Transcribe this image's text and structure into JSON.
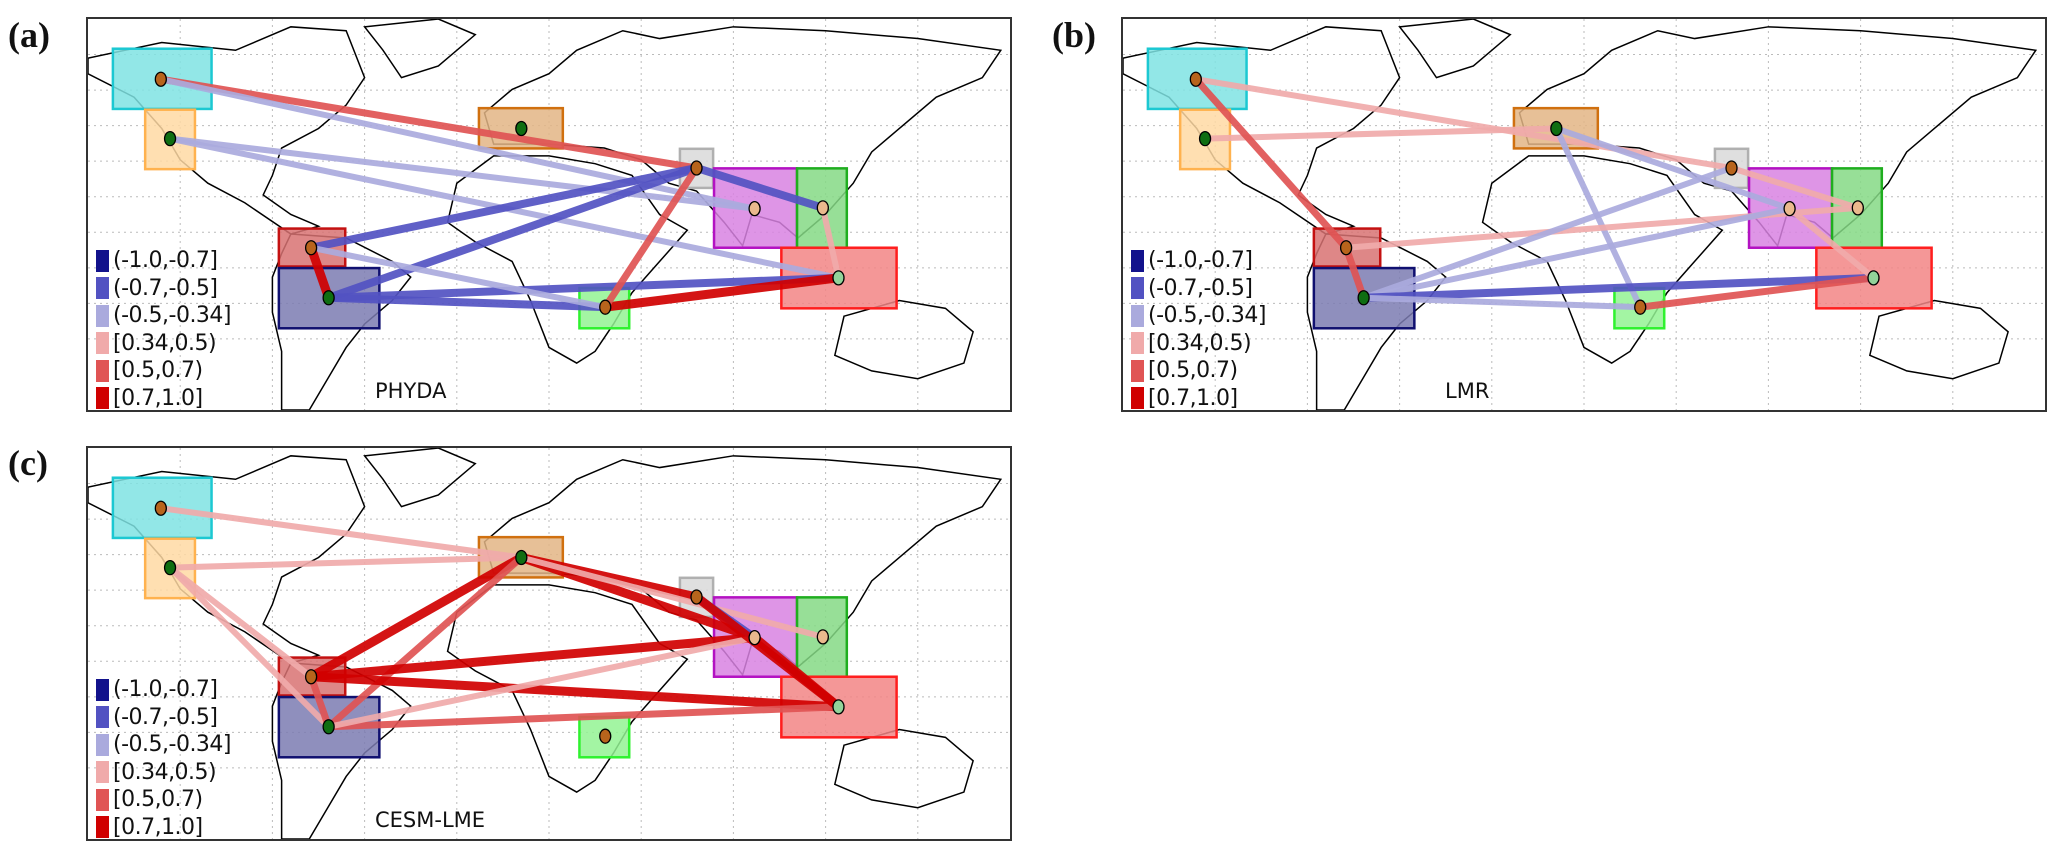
{
  "legend": [
    {
      "label": "(-1.0,-0.7]",
      "color": "#12128c"
    },
    {
      "label": "(-0.7,-0.5]",
      "color": "#5252c2"
    },
    {
      "label": "(-0.5,-0.34]",
      "color": "#aaaadd"
    },
    {
      "label": "[0.34,0.5)",
      "color": "#f0aaaa"
    },
    {
      "label": "[0.5,0.7)",
      "color": "#e05454"
    },
    {
      "label": "[0.7,1.0]",
      "color": "#d00000"
    }
  ],
  "regions": [
    {
      "fill": "#7fe3e3",
      "stroke": "#1cc8d2",
      "node": "#b8641c"
    },
    {
      "fill": "#ffd9a3",
      "stroke": "#ffb24f",
      "node": "#0f6e12"
    },
    {
      "fill": "#e3b585",
      "stroke": "#d0700f",
      "node": "#0f6e12"
    },
    {
      "fill": "#d9d9d9",
      "stroke": "#b0b0b0",
      "node": "#b8641c"
    },
    {
      "fill": "#d883e2",
      "stroke": "#b312c2",
      "node": "#eab98d"
    },
    {
      "fill": "#85d985",
      "stroke": "#1fae1f",
      "node": "#eab98d"
    },
    {
      "fill": "#f28585",
      "stroke": "#ff1e1e",
      "node": "#92d39a"
    },
    {
      "fill": "#d87272",
      "stroke": "#c41111",
      "node": "#b8641c"
    },
    {
      "fill": "#7b7bb2",
      "stroke": "#101070",
      "node": "#0f6e12"
    },
    {
      "fill": "#93f393",
      "stroke": "#2ff22f",
      "node": "#b8641c"
    }
  ],
  "panels": [
    {
      "label": "(a)",
      "model": "PHYDA",
      "edges": [
        {
          "from": 0,
          "to": 3,
          "bin": 4
        },
        {
          "from": 0,
          "to": 4,
          "bin": 2
        },
        {
          "from": 1,
          "to": 4,
          "bin": 2
        },
        {
          "from": 1,
          "to": 6,
          "bin": 2
        },
        {
          "from": 7,
          "to": 3,
          "bin": 1
        },
        {
          "from": 8,
          "to": 3,
          "bin": 1
        },
        {
          "from": 8,
          "to": 9,
          "bin": 1
        },
        {
          "from": 8,
          "to": 6,
          "bin": 1
        },
        {
          "from": 7,
          "to": 9,
          "bin": 2
        },
        {
          "from": 9,
          "to": 6,
          "bin": 5
        },
        {
          "from": 9,
          "to": 3,
          "bin": 4
        },
        {
          "from": 7,
          "to": 8,
          "bin": 5
        },
        {
          "from": 3,
          "to": 5,
          "bin": 1
        },
        {
          "from": 5,
          "to": 6,
          "bin": 3
        }
      ]
    },
    {
      "label": "(b)",
      "model": "LMR",
      "edges": [
        {
          "from": 0,
          "to": 3,
          "bin": 3
        },
        {
          "from": 1,
          "to": 2,
          "bin": 3
        },
        {
          "from": 0,
          "to": 7,
          "bin": 4
        },
        {
          "from": 2,
          "to": 4,
          "bin": 2
        },
        {
          "from": 2,
          "to": 9,
          "bin": 2
        },
        {
          "from": 7,
          "to": 5,
          "bin": 3
        },
        {
          "from": 8,
          "to": 3,
          "bin": 2
        },
        {
          "from": 8,
          "to": 4,
          "bin": 2
        },
        {
          "from": 8,
          "to": 6,
          "bin": 1
        },
        {
          "from": 8,
          "to": 9,
          "bin": 2
        },
        {
          "from": 9,
          "to": 6,
          "bin": 4
        },
        {
          "from": 4,
          "to": 6,
          "bin": 3
        },
        {
          "from": 3,
          "to": 5,
          "bin": 3
        },
        {
          "from": 7,
          "to": 8,
          "bin": 4
        }
      ]
    },
    {
      "label": "(c)",
      "model": "CESM-LME",
      "edges": [
        {
          "from": 0,
          "to": 2,
          "bin": 3
        },
        {
          "from": 1,
          "to": 2,
          "bin": 3
        },
        {
          "from": 1,
          "to": 7,
          "bin": 3
        },
        {
          "from": 1,
          "to": 8,
          "bin": 3
        },
        {
          "from": 2,
          "to": 7,
          "bin": 5
        },
        {
          "from": 2,
          "to": 8,
          "bin": 4
        },
        {
          "from": 2,
          "to": 3,
          "bin": 5
        },
        {
          "from": 2,
          "to": 4,
          "bin": 5
        },
        {
          "from": 2,
          "to": 5,
          "bin": 3
        },
        {
          "from": 7,
          "to": 4,
          "bin": 5
        },
        {
          "from": 7,
          "to": 6,
          "bin": 5
        },
        {
          "from": 8,
          "to": 6,
          "bin": 4
        },
        {
          "from": 8,
          "to": 4,
          "bin": 3
        },
        {
          "from": 3,
          "to": 4,
          "bin": 1
        },
        {
          "from": 4,
          "to": 6,
          "bin": 5
        },
        {
          "from": 3,
          "to": 6,
          "bin": 5
        },
        {
          "from": 7,
          "to": 8,
          "bin": 4
        }
      ]
    }
  ]
}
